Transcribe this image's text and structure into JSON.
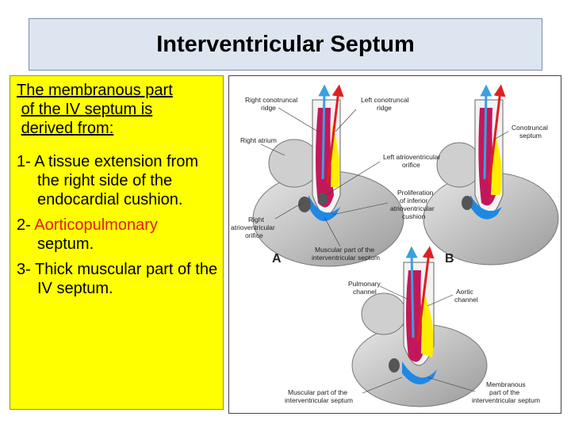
{
  "title": "Interventricular Septum",
  "text": {
    "heading_line1": "The membranous part",
    "heading_line2_a": "of the ",
    "heading_line2_b": "IV septum is",
    "heading_line3": "derived from:",
    "item1": "1- A tissue extension from the right side of the endocardial cushion.",
    "item2_prefix": "2- ",
    "item2_red": "Aorticopulmonary",
    "item2_suffix": " septum.",
    "item3": "3- Thick muscular part of the IV septum."
  },
  "figure": {
    "panel_a": "A",
    "panel_b": "B",
    "labels": {
      "right_conotruncal_1": "Right conotruncal",
      "right_conotruncal_2": "ridge",
      "left_conotruncal_1": "Left conotruncal",
      "left_conotruncal_2": "ridge",
      "right_atrium": "Right atrium",
      "left_av_1": "Left atrioventricular",
      "left_av_2": "orifice",
      "prolif_1": "Proliferation",
      "prolif_2": "of inferior",
      "prolif_3": "atrioventricular",
      "prolif_4": "cushion",
      "right_av_1": "Right",
      "right_av_2": "atrioventricular",
      "right_av_3": "orifice",
      "muscular_a_1": "Muscular part of the",
      "muscular_a_2": "interventricular septum",
      "conotruncal_septum_1": "Conotruncal",
      "conotruncal_septum_2": "septum",
      "pulmonary_1": "Pulmonary",
      "pulmonary_2": "channel",
      "aortic_1": "Aortic",
      "aortic_2": "channel",
      "muscular_c_1": "Muscular part of the",
      "muscular_c_2": "interventricular septum",
      "membranous_1": "Membranous",
      "membranous_2": "part of the",
      "membranous_3": "interventricular septum"
    }
  },
  "colors": {
    "title_bg": "#dde5f0",
    "text_bg": "#ffff00",
    "red_text": "#e21b1b",
    "arrow_red": "#e02020",
    "arrow_blue": "#3aa0e0",
    "ridge_pink": "#c2185b",
    "yellow": "#ffee00"
  }
}
